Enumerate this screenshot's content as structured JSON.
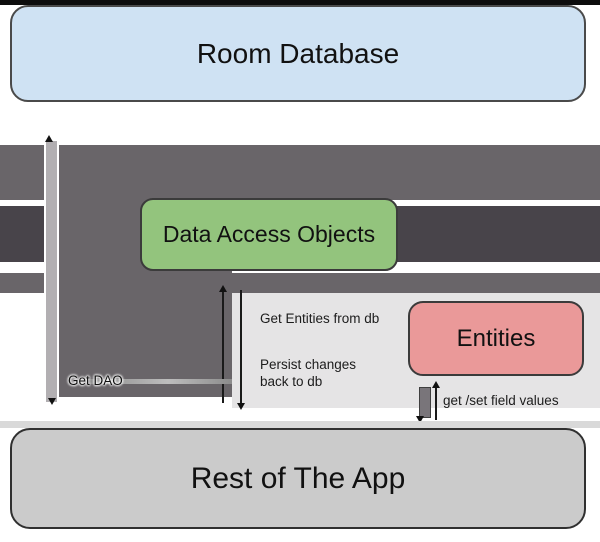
{
  "diagram": {
    "nodes": {
      "room_database": {
        "label": "Room Database",
        "fill": "#cfe2f3"
      },
      "data_access_objects": {
        "label": "Data Access Objects",
        "fill": "#93c47d"
      },
      "entities": {
        "label": "Entities",
        "fill": "#ea9999"
      },
      "rest_of_app": {
        "label": "Rest of The App",
        "fill": "#cccccc"
      }
    },
    "edge_labels": {
      "get_dao": "Get DAO",
      "get_entities_from_db": "Get Entities from db",
      "persist_changes_line1": "Persist changes",
      "persist_changes_line2": "back to db",
      "get_set_field_values": "get /set field values"
    },
    "colors": {
      "arrow_gray_medium": "#696569",
      "arrow_gray_dark": "#48444a",
      "arrow_bar_light": "#b2afb2",
      "panel_light": "#e5e4e5",
      "top_strip": "#0d0d0d"
    }
  }
}
